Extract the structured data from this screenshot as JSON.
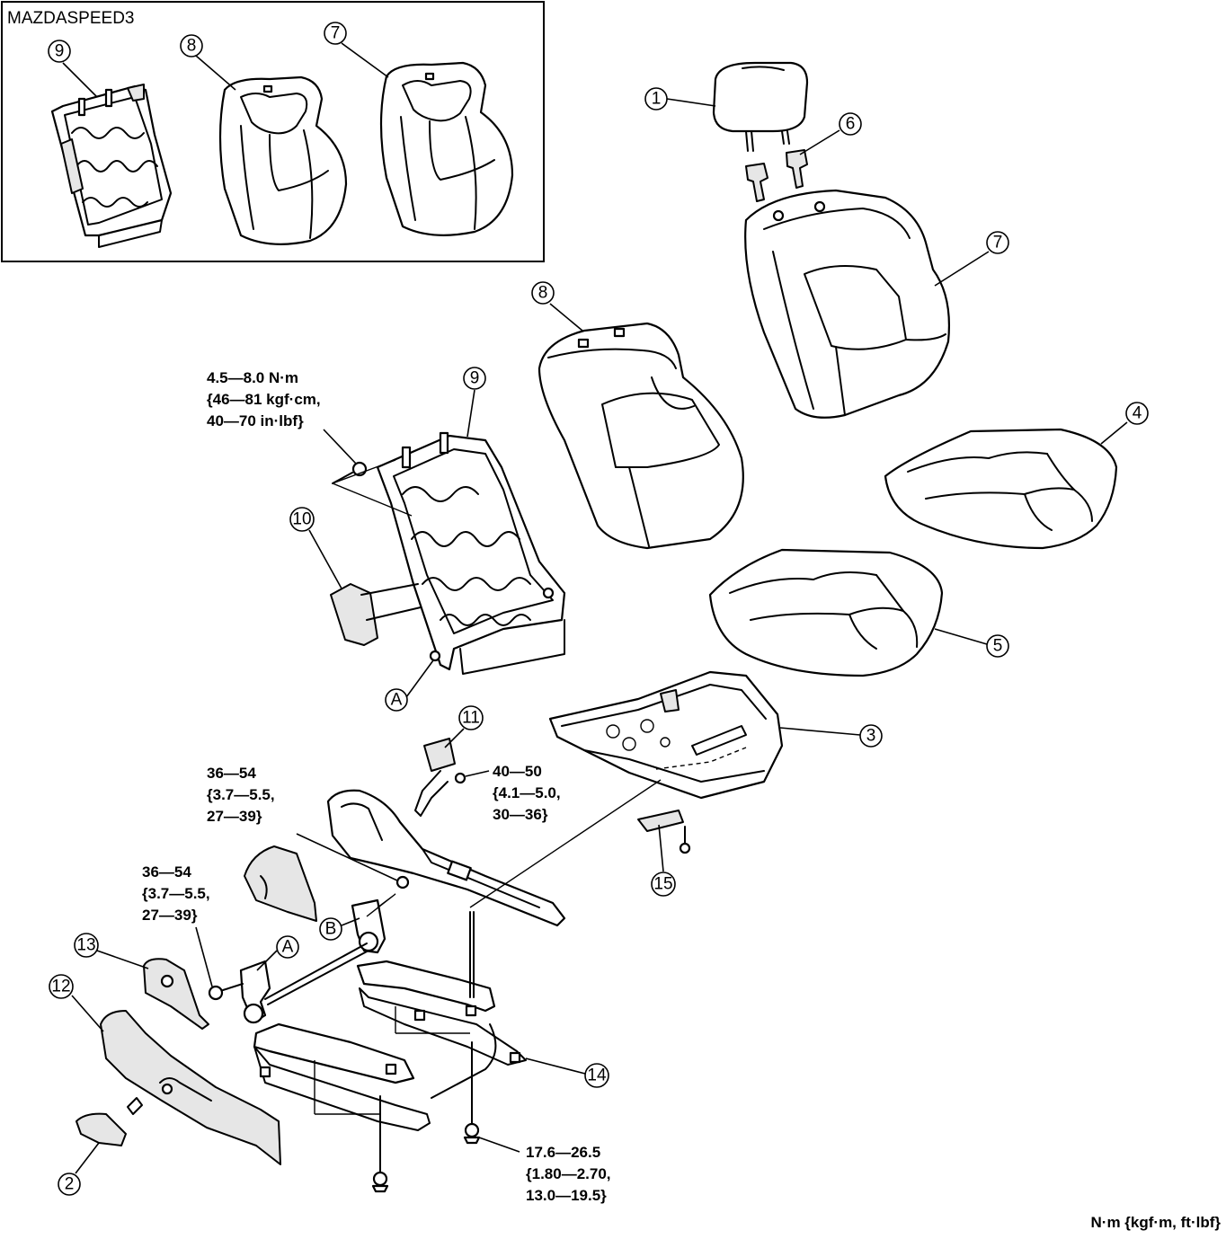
{
  "inset": {
    "title": "MAZDASPEED3"
  },
  "callouts": {
    "c1": "1",
    "c2": "2",
    "c3": "3",
    "c4": "4",
    "c5": "5",
    "c6": "6",
    "c7": "7",
    "c8": "8",
    "c9": "9",
    "c10": "10",
    "c11": "11",
    "c12": "12",
    "c13": "13",
    "c14": "14",
    "c15": "15",
    "i7": "7",
    "i8": "8",
    "i9": "9",
    "a1": "A",
    "a2": "A",
    "b1": "B"
  },
  "torque": {
    "t1": [
      "4.5—8.0 N·m",
      "{46—81 kgf·cm,",
      "40—70 in·lbf}"
    ],
    "t2": [
      "40—50",
      "{4.1—5.0,",
      "30—36}"
    ],
    "t3": [
      "36—54",
      "{3.7—5.5,",
      "27—39}"
    ],
    "t4": [
      "36—54",
      "{3.7—5.5,",
      "27—39}"
    ],
    "t5": [
      "17.6—26.5",
      "{1.80—2.70,",
      "13.0—19.5}"
    ]
  },
  "units": "N·m {kgf·m, ft·lbf}"
}
